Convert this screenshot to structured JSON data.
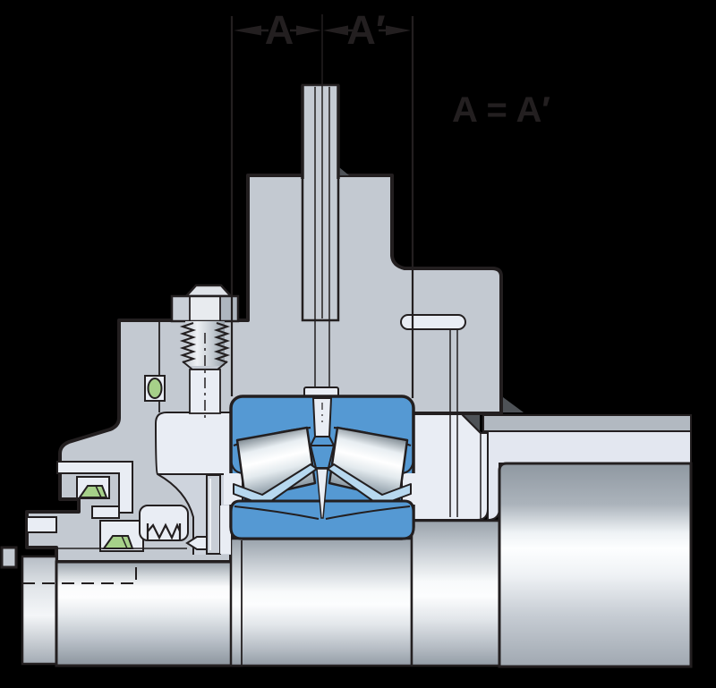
{
  "diagram": {
    "dimension_label_left": "A",
    "dimension_label_right": "A′",
    "equation": "A = A′"
  },
  "components": {
    "bearing": "spherical-roller-bearing",
    "housing": "bearing-housing",
    "cover": "seal-cover",
    "seal": "labyrinth-seal",
    "spring": "seal-spring",
    "o_ring": "o-ring",
    "bolt": "hex-head-bolt",
    "pipe": "oil-supply-pipe",
    "duct": "oil-duct",
    "shaft": "stepped-shaft"
  },
  "colors": {
    "bg": "#000000",
    "line": "#231f20",
    "housing": "#c3c9d1",
    "light": "#e9edf4",
    "midgray": "#ced4dd",
    "blue": "#5599d3",
    "cage": "#b7d8ef",
    "green": "#a6d089",
    "shadow": "#4e5257",
    "pipe": "#c5cbd3",
    "band_dark": "#b2b9c1",
    "band_light": "#e3e7f0",
    "slinger": "#c9cfd7"
  }
}
